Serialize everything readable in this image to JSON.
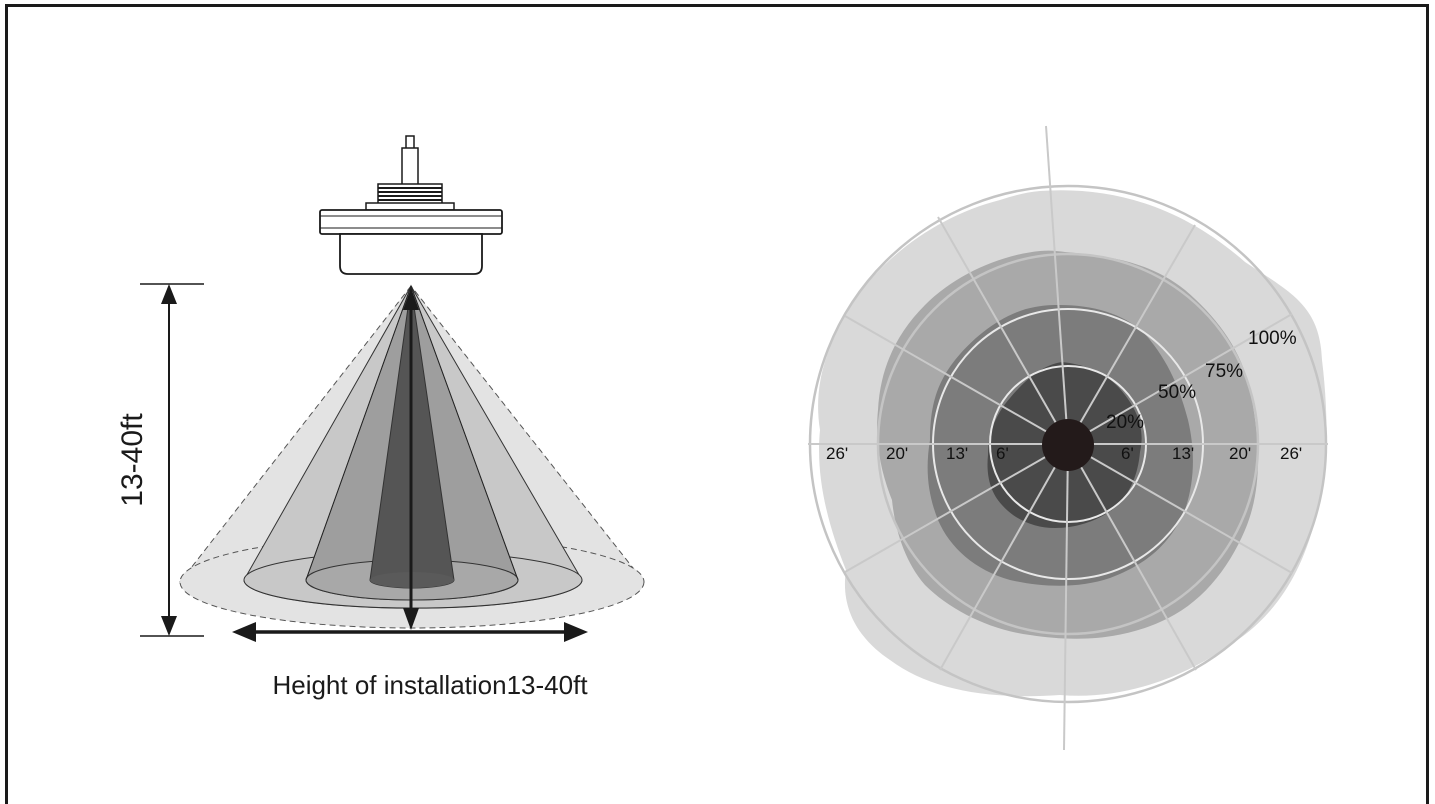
{
  "sensor_side": {
    "height_label": "13-40ft",
    "caption": "Height of installation13-40ft"
  },
  "coverage_chart": {
    "distance_labels": [
      "26'",
      "20'",
      "13'",
      "6'",
      "6'",
      "13'",
      "20'",
      "26'"
    ],
    "percent_labels": [
      "100%",
      "75%",
      "50%",
      "20%"
    ]
  },
  "colors": {
    "cone_outer": "#e3e3e3",
    "cone_mid": "#c8c8c8",
    "cone_inner": "#9e9e9e",
    "cone_core": "#555555",
    "zone_100": "#d9d9d9",
    "zone_75": "#a9a9a9",
    "zone_50": "#7c7c7c",
    "zone_20": "#4a4a4a",
    "center": "#231a1a"
  }
}
